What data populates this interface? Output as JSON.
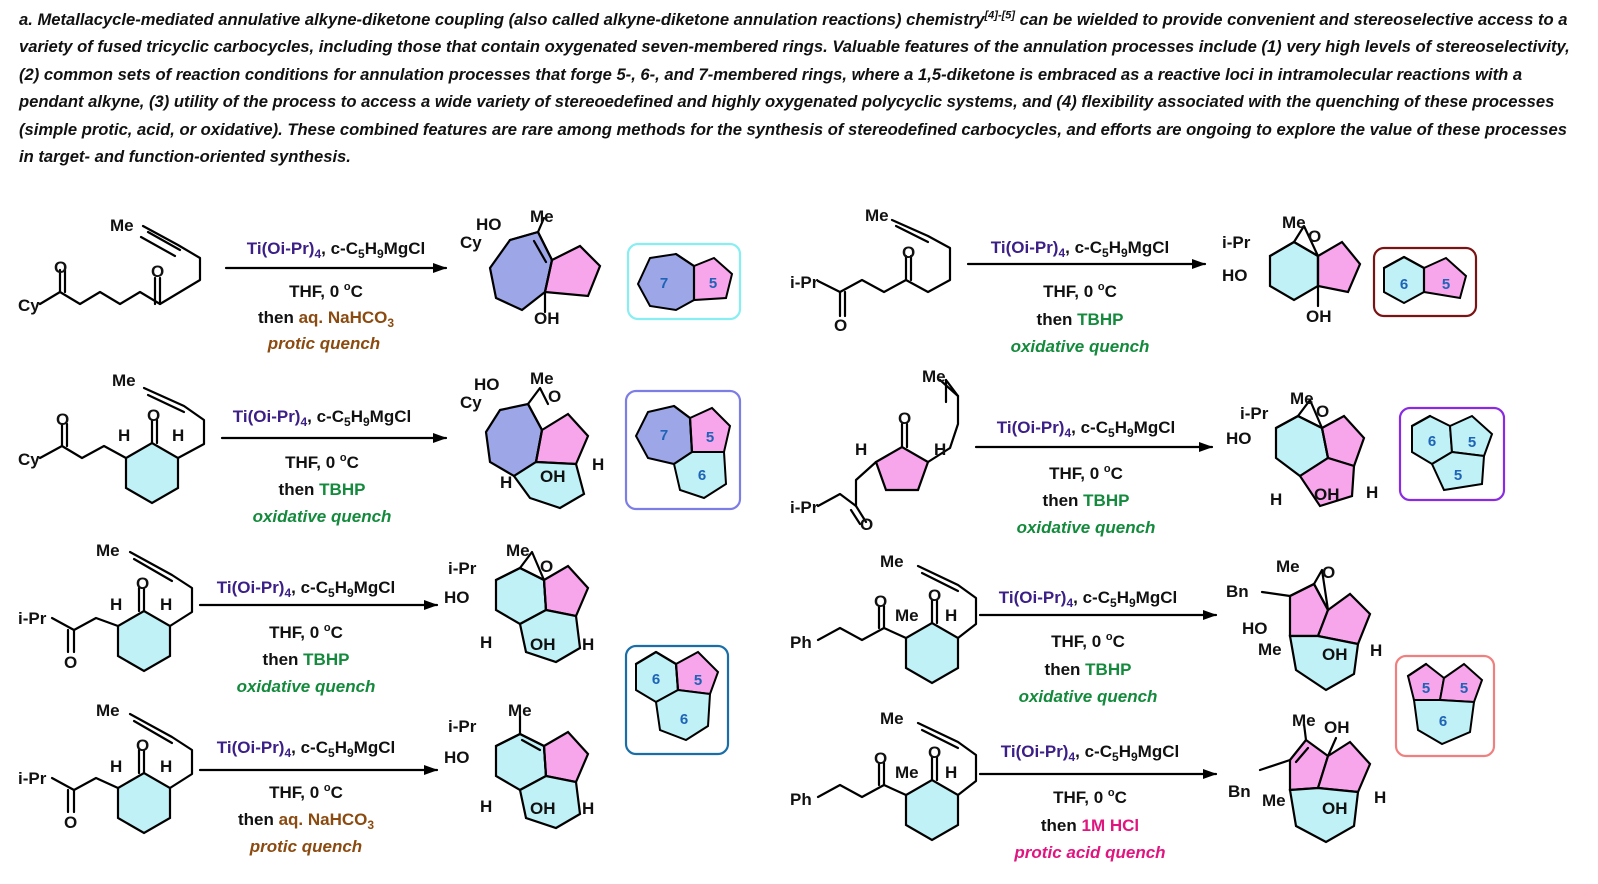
{
  "intro": {
    "part1": "a. Metallacycle-mediated annulative alkyne-diketone coupling (also called alkyne-diketone annulation reactions) chemistry",
    "cite": "[4]-[5]",
    "part2": " can be wielded to provide convenient and stereoselective access to a variety of fused tricyclic carbocycles, including those that contain oxygenated seven-membered rings. Valuable features of the annulation processes include (1) very high levels of stereoselectivity, (2) common sets of reaction conditions for annulation processes that forge 5-, 6-, and 7-membered rings, where a 1,5-diketone is embraced as a reactive loci in intramolecular reactions with a pendant alkyne, (3) utility of the process to access a wide variety of stereoedefined and highly oxygenated polycyclic systems, and (4) flexibility associated with the quenching of these processes (simple protic, acid, or oxidative). These combined features are rare among methods for the synthesis of stereodefined carbocycles, and efforts are ongoing to explore the value of these processes in target- and function-oriented synthesis."
  },
  "reagents": {
    "titanium": "Ti(Oi-Pr)",
    "titanium_sub": "4",
    "grignard": ", c-C",
    "g5": "5",
    "gH": "H",
    "g9": "9",
    "gtail": "MgCl",
    "solvent": "THF, 0 ",
    "degree": "o",
    "celsius": "C",
    "then": "then ",
    "nahco3": "aq. NaHCO",
    "nahco3_sub": "3",
    "tbhp": "TBHP",
    "hcl": "1M HCl"
  },
  "quench": {
    "protic": "protic quench",
    "oxidative": "oxidative quench",
    "acid": "protic acid quench"
  },
  "atoms": {
    "me": "Me",
    "cy": "Cy",
    "ipr": "i-Pr",
    "ph": "Ph",
    "bn": "Bn",
    "o": "O",
    "h": "H",
    "ho": "HO",
    "oh": "OH"
  },
  "ring_sizes": {
    "seven": "7",
    "six": "6",
    "five": "5"
  },
  "colors": {
    "seven_ring": "#9da6e6",
    "six_ring": "#bff1f6",
    "five_ring": "#f7a6ec",
    "new_bond": "#e02020",
    "titanium_text": "#3b1f86",
    "bicarbonate_text": "#8b4a10",
    "tbhp_text": "#138a3c",
    "acid_text": "#e0157f"
  },
  "boxes": [
    {
      "id": "7-5",
      "border": "#88eef2"
    },
    {
      "id": "6-5",
      "border": "#7a1414"
    },
    {
      "id": "7-5-6",
      "border": "#7d7de6"
    },
    {
      "id": "6-5-5",
      "border": "#8a2be2"
    },
    {
      "id": "6-5-6",
      "border": "#1a6ea8"
    },
    {
      "id": "5-5-6",
      "border": "#f08080"
    }
  ]
}
